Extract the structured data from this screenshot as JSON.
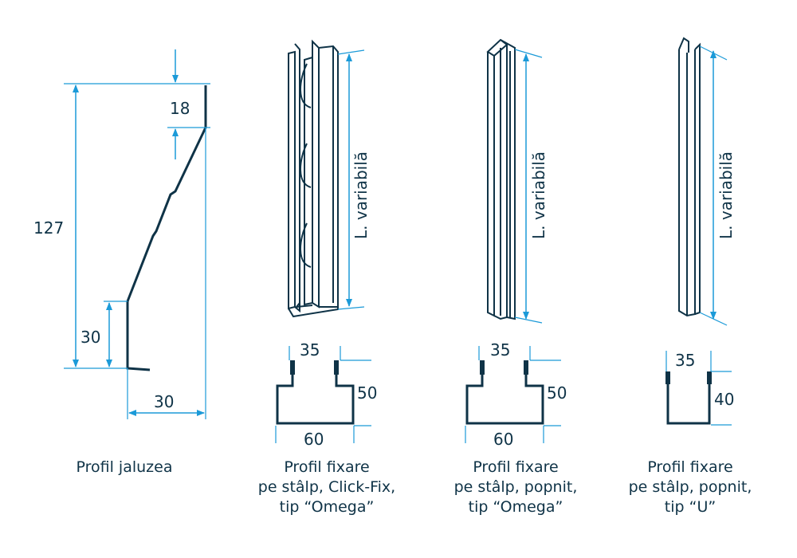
{
  "colors": {
    "line": "#0f3347",
    "dimension": "#1b9ad8"
  },
  "profiles": [
    {
      "caption": "Profil jaluzea",
      "dims": {
        "height": "127",
        "top": "18",
        "bottom": "30",
        "width": "30"
      }
    },
    {
      "caption": "Profil fixare\npe stâlp, Click-Fix,\ntip “Omega”",
      "length": "L. variabilă",
      "dims": {
        "opening": "35",
        "height": "50",
        "width": "60"
      }
    },
    {
      "caption": "Profil fixare\npe stâlp, popnit,\ntip “Omega”",
      "length": "L. variabilă",
      "dims": {
        "opening": "35",
        "height": "50",
        "width": "60"
      }
    },
    {
      "caption": "Profil fixare\npe stâlp, popnit,\ntip “U”",
      "length": "L. variabilă",
      "dims": {
        "width": "35",
        "height": "40"
      }
    }
  ]
}
